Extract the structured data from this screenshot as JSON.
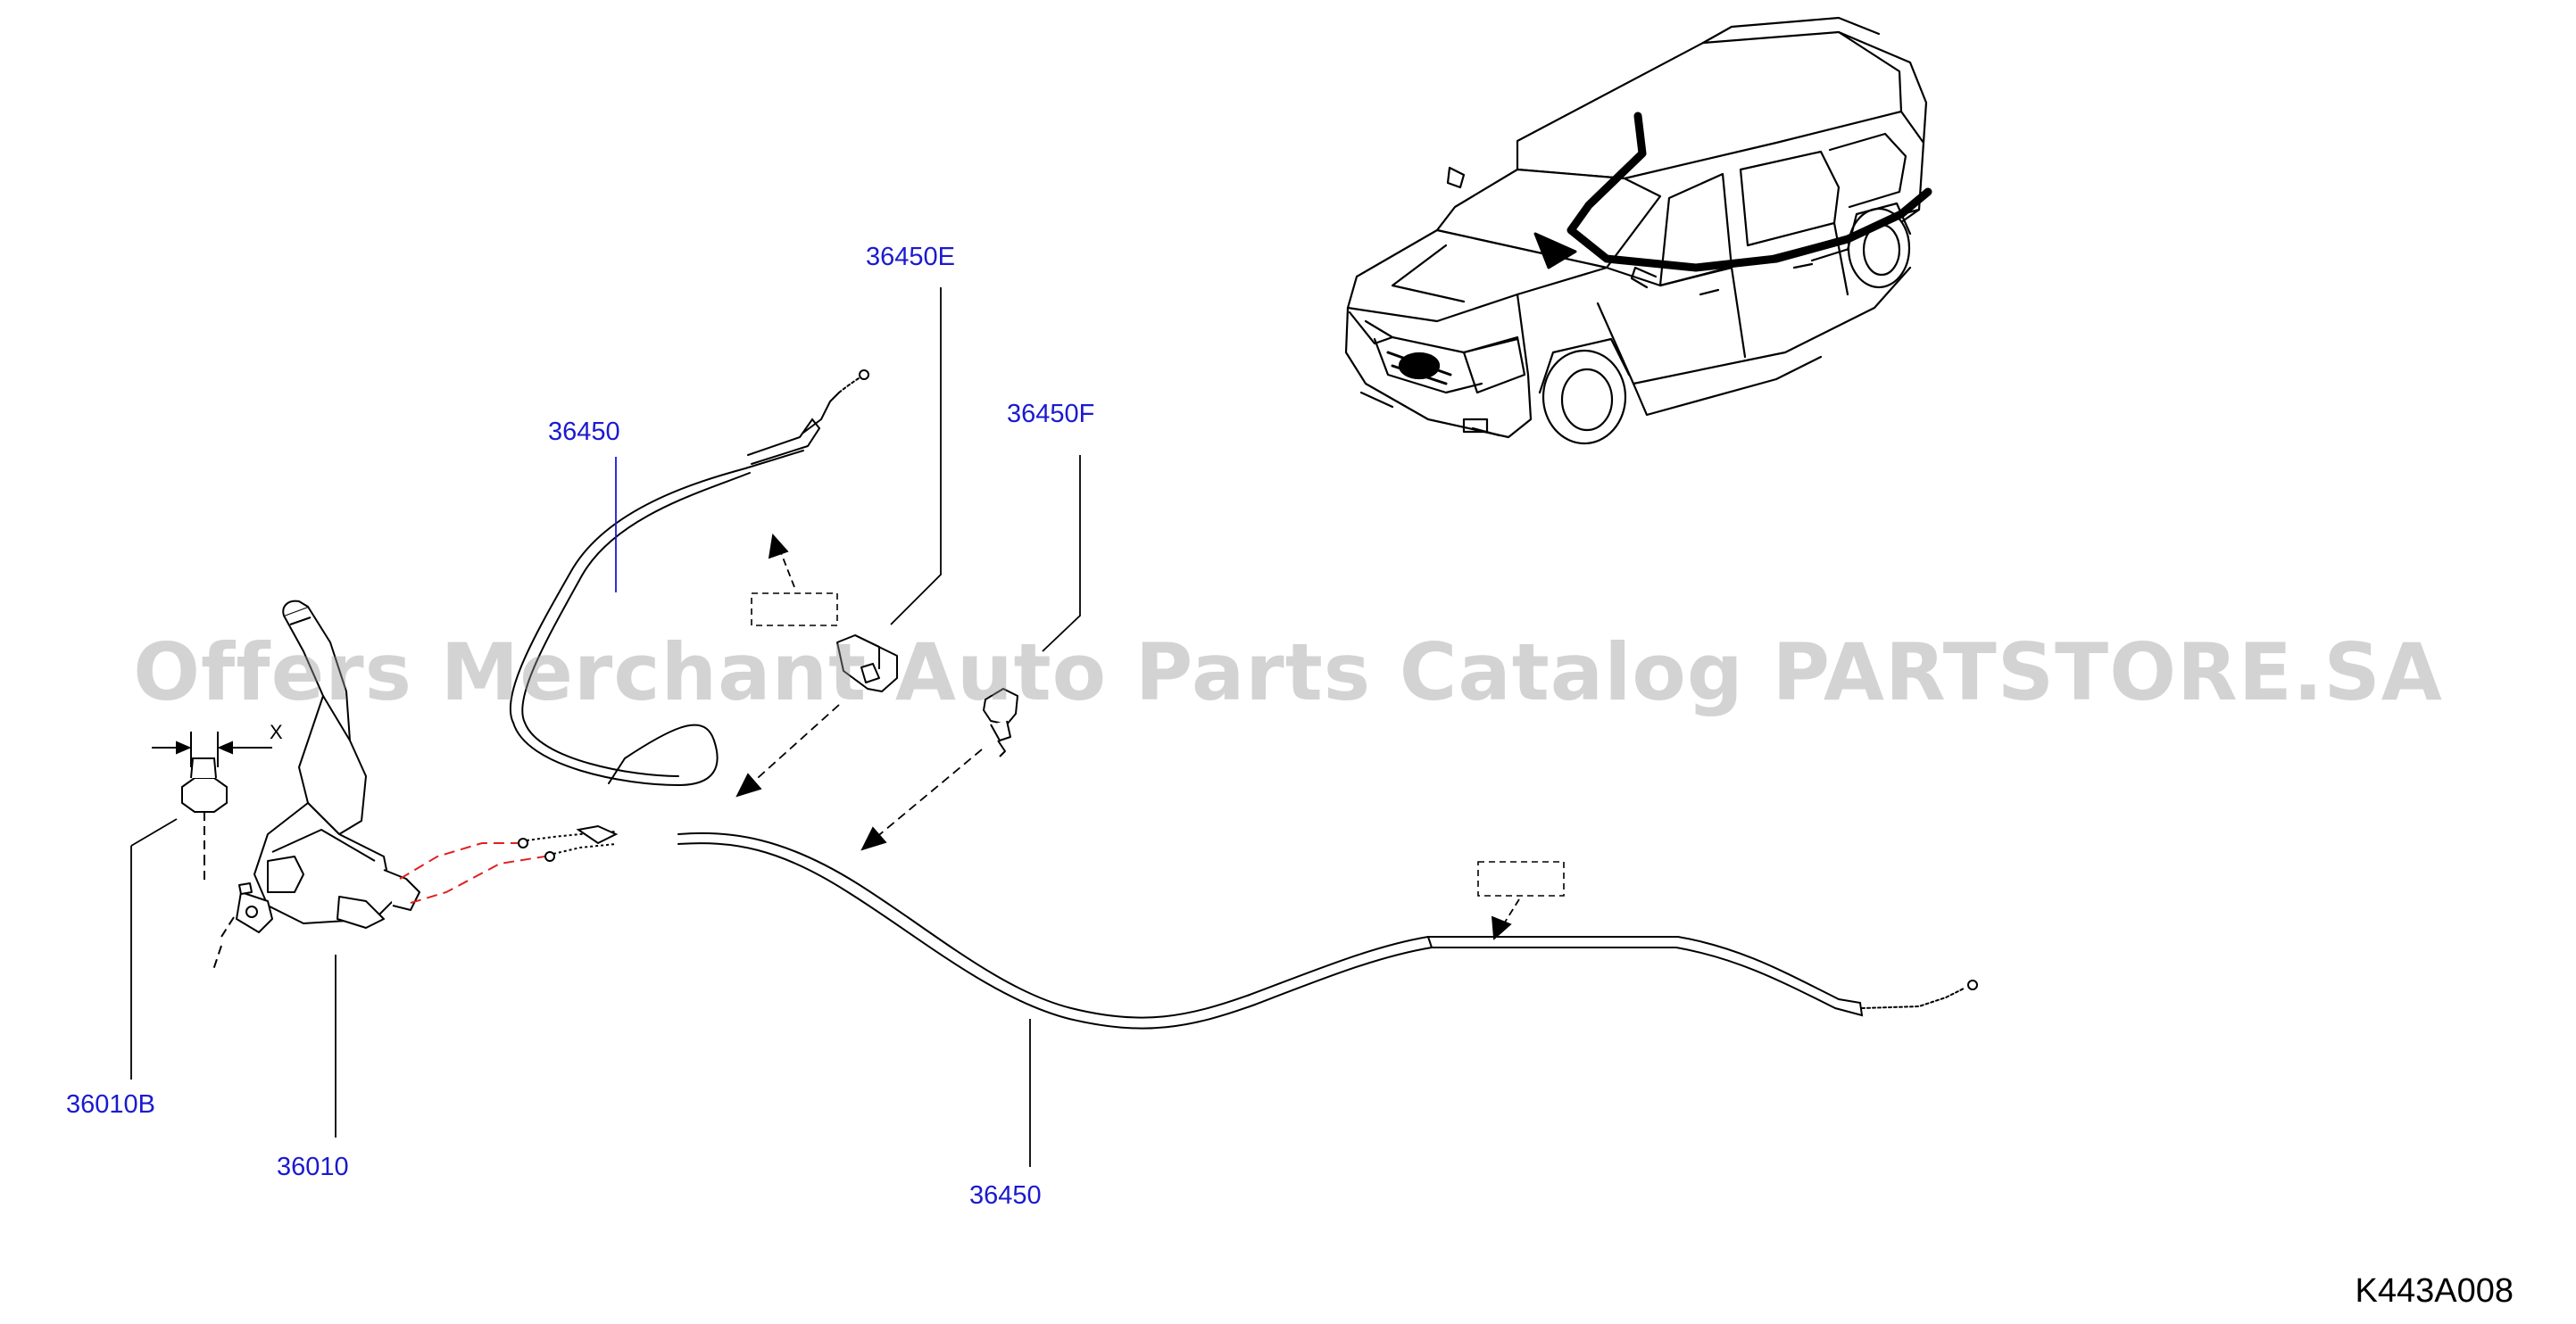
{
  "watermark": "Offers Merchant Auto Parts Catalog PARTSTORE.SA",
  "diagram_code": "K443A008",
  "dimension_label": "X",
  "callouts": {
    "cable_front": "36450",
    "cable_rear": "36450",
    "clip_e": "36450E",
    "clip_f": "36450F",
    "lever_assembly": "36010",
    "nut": "36010B"
  },
  "colors": {
    "callout_text": "#1a1ad0",
    "line_art": "#000000",
    "hidden_cable": "#e02020",
    "watermark": "#969696"
  }
}
